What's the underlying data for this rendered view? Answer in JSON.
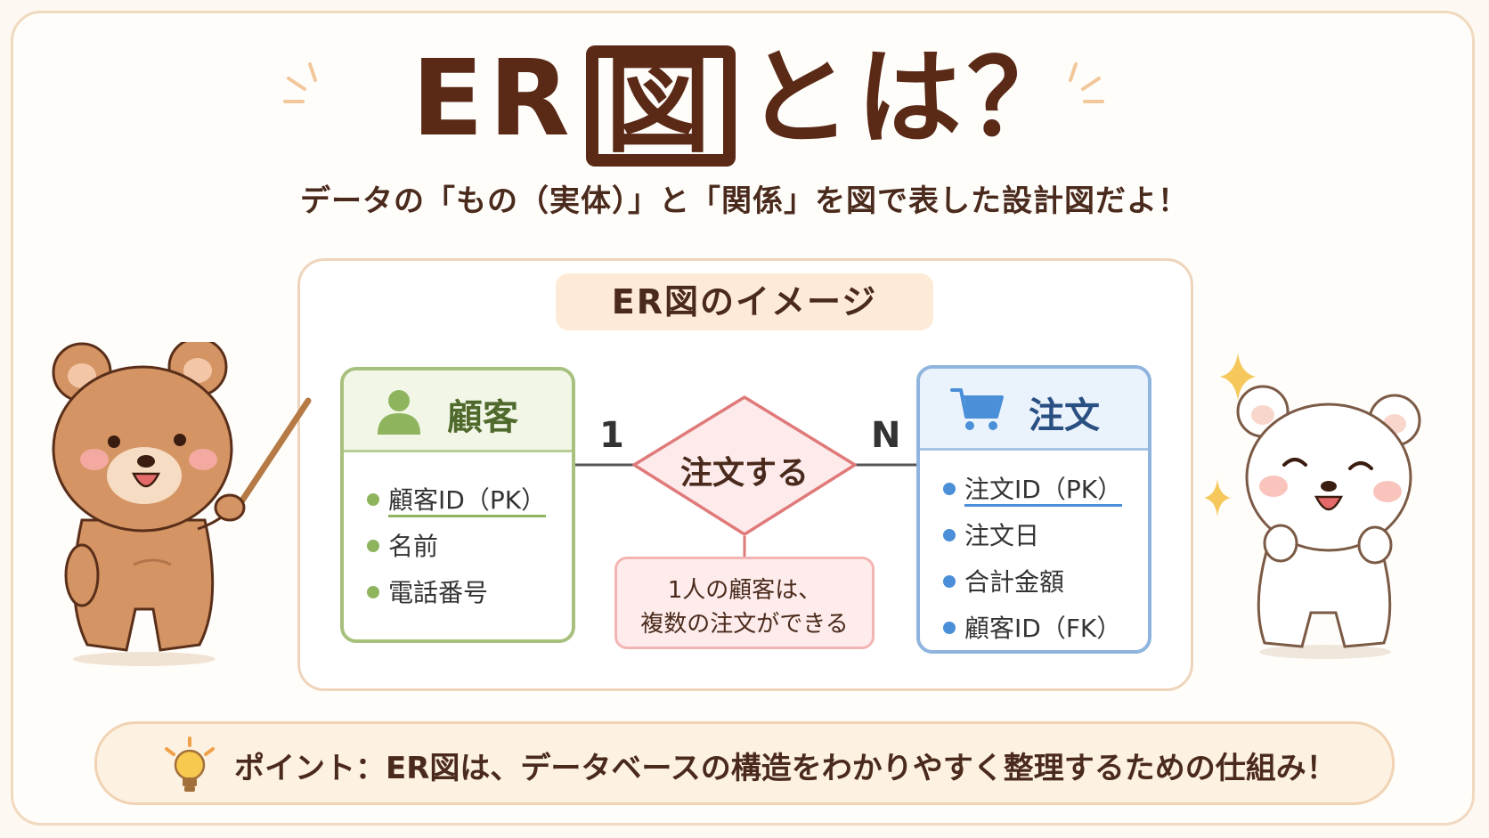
{
  "title": {
    "prefix": "ER",
    "boxed": "図",
    "suffix": "とは？"
  },
  "subtitle": "データの「もの（実体）」と「関係」を図で表した設計図だよ！",
  "diagram": {
    "panel_label": "ER図のイメージ",
    "entity_left": {
      "name": "顧客",
      "icon": "user-icon",
      "attributes": [
        "顧客ID（PK）",
        "名前",
        "電話番号"
      ]
    },
    "entity_right": {
      "name": "注文",
      "icon": "cart-icon",
      "attributes": [
        "注文ID（PK）",
        "注文日",
        "合計金額",
        "顧客ID（FK）"
      ]
    },
    "relationship": {
      "name": "注文する",
      "left_cardinality": "1",
      "right_cardinality": "N",
      "note_line1": "1人の顧客は、",
      "note_line2": "複数の注文ができる"
    }
  },
  "point": {
    "lead": "ポイント：",
    "text": "ER図は、データベースの構造をわかりやすく整理するための仕組み！",
    "icon": "lightbulb-icon"
  },
  "colors": {
    "title": "#5a2a17",
    "entity_left_border": "#a8c07e",
    "entity_right_border": "#8fb4de",
    "relationship_border": "#e07a7a"
  }
}
